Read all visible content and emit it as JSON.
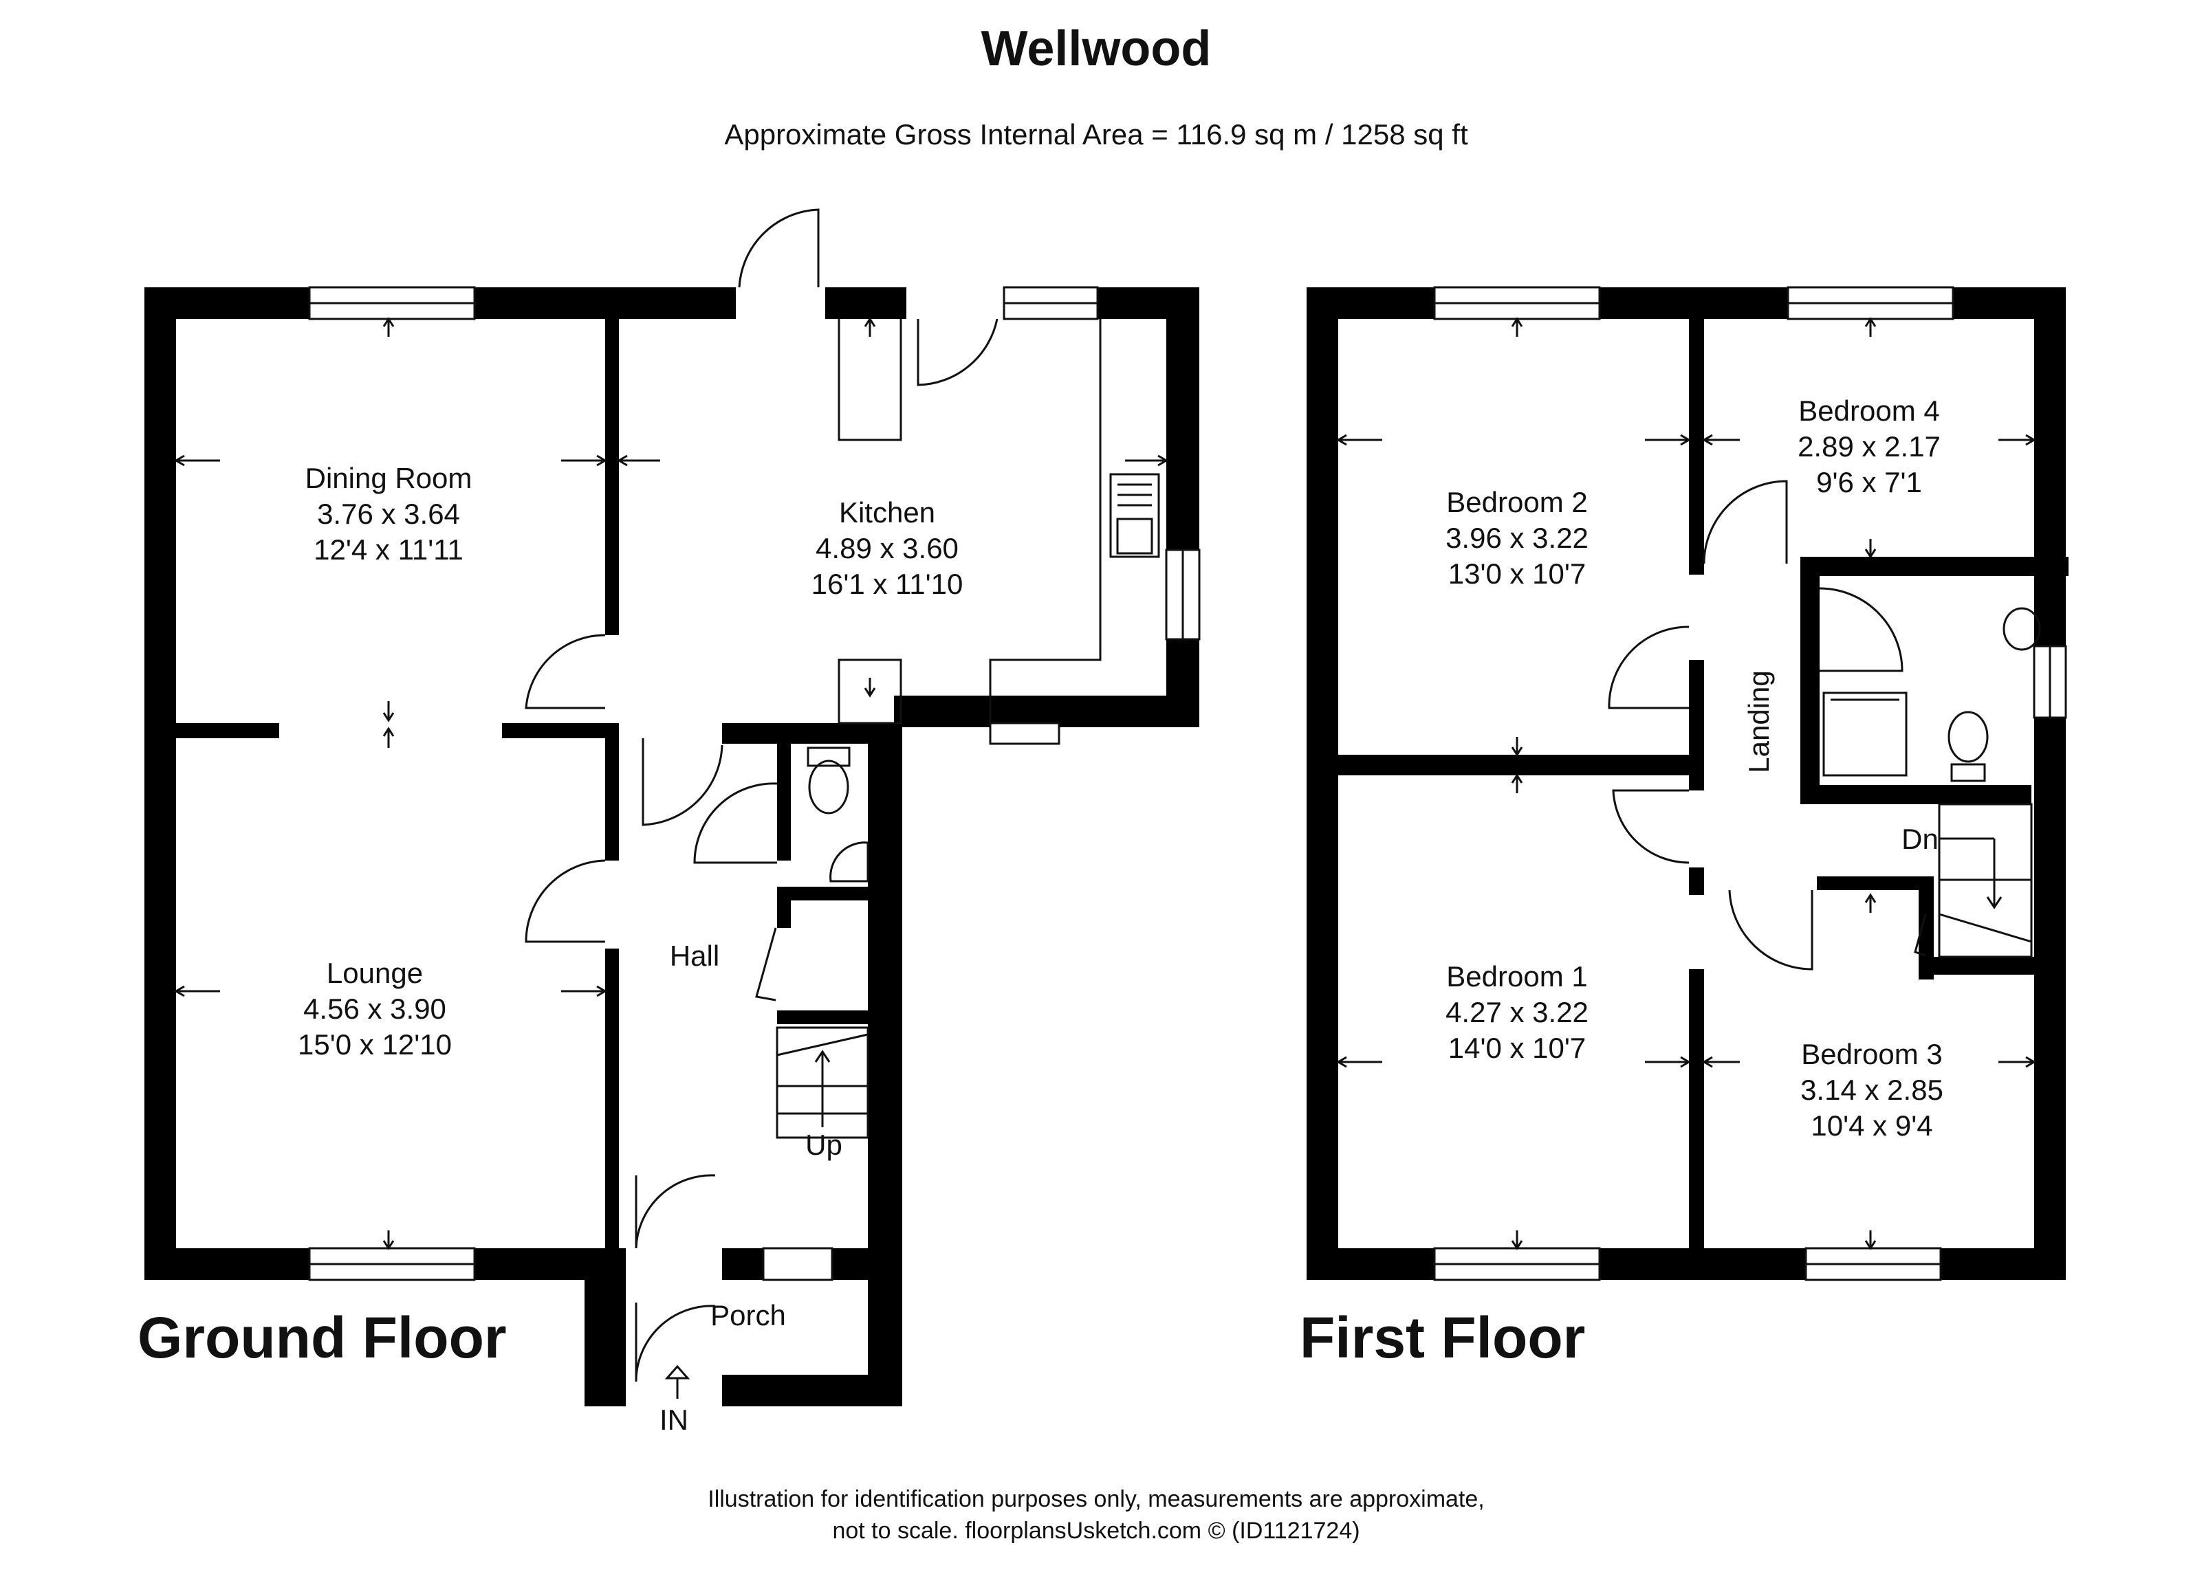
{
  "title": "Wellwood",
  "area": "Approximate Gross Internal Area = 116.9 sq m / 1258 sq ft",
  "floors": {
    "ground": {
      "name": "Ground Floor",
      "rooms": {
        "dining": {
          "name": "Dining Room",
          "metric": "3.76 x 3.64",
          "imperial": "12'4 x 11'11"
        },
        "kitchen": {
          "name": "Kitchen",
          "metric": "4.89 x 3.60",
          "imperial": "16'1 x 11'10"
        },
        "lounge": {
          "name": "Lounge",
          "metric": "4.56 x 3.90",
          "imperial": "15'0 x 12'10"
        }
      },
      "hall": "Hall",
      "porch": "Porch",
      "up": "Up",
      "entrance": "IN"
    },
    "first": {
      "name": "First Floor",
      "rooms": {
        "bed2": {
          "name": "Bedroom 2",
          "metric": "3.96 x 3.22",
          "imperial": "13'0 x 10'7"
        },
        "bed4": {
          "name": "Bedroom 4",
          "metric": "2.89 x 2.17",
          "imperial": "9'6 x 7'1"
        },
        "bed1": {
          "name": "Bedroom 1",
          "metric": "4.27 x 3.22",
          "imperial": "14'0 x 10'7"
        },
        "bed3": {
          "name": "Bedroom 3",
          "metric": "3.14 x 2.85",
          "imperial": "10'4 x 9'4"
        }
      },
      "landing": "Landing",
      "down": "Dn"
    }
  },
  "footer": {
    "line1": "Illustration for identification purposes only, measurements are approximate,",
    "line2": "not to scale. floorplansUsketch.com © (ID1121724)"
  }
}
